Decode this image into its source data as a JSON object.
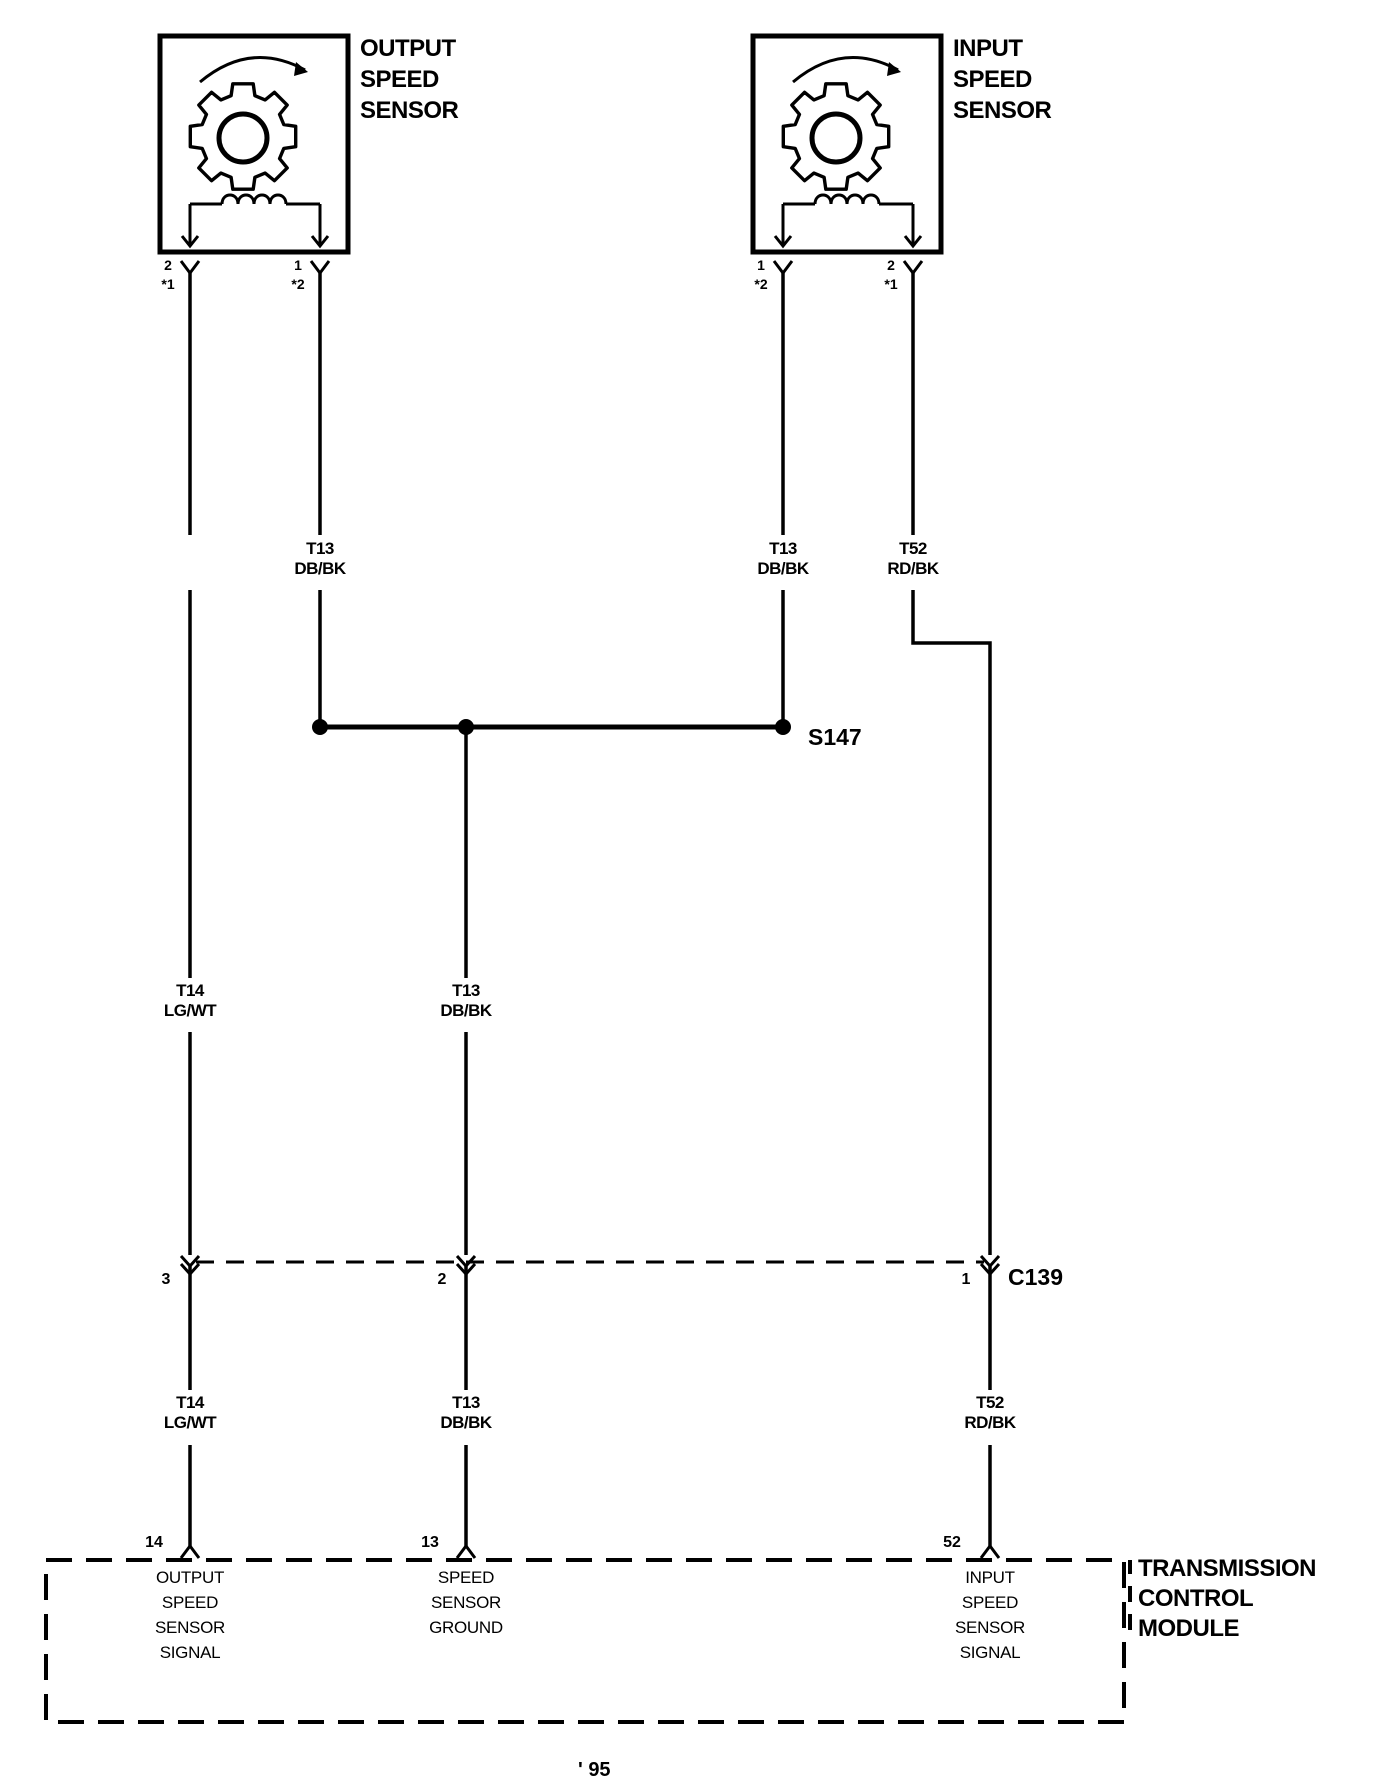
{
  "output_sensor": {
    "title": [
      "OUTPUT",
      "SPEED",
      "SENSOR"
    ],
    "pin_top": [
      "2",
      "1"
    ],
    "pin_bottom": [
      "*1",
      "*2"
    ]
  },
  "input_sensor": {
    "title": [
      "INPUT",
      "SPEED",
      "SENSOR"
    ],
    "pin_top": [
      "1",
      "2"
    ],
    "pin_bottom": [
      "*2",
      "*1"
    ]
  },
  "wires": {
    "out_pin1": [
      "T13",
      "DB/BK"
    ],
    "in_pin1": [
      "T13",
      "DB/BK"
    ],
    "in_pin2": [
      "T52",
      "RD/BK"
    ],
    "output_signal_upper": [
      "T14",
      "LG/WT"
    ],
    "ground_upper": [
      "T13",
      "DB/BK"
    ],
    "output_signal_lower": [
      "T14",
      "LG/WT"
    ],
    "ground_lower": [
      "T13",
      "DB/BK"
    ],
    "input_signal_lower": [
      "T52",
      "RD/BK"
    ]
  },
  "splice": {
    "name": "S147"
  },
  "connector": {
    "name": "C139",
    "pins": [
      "3",
      "2",
      "1"
    ]
  },
  "tcm": {
    "title": [
      "TRANSMISSION",
      "CONTROL",
      "MODULE"
    ],
    "pins": [
      "14",
      "13",
      "52"
    ],
    "labels": [
      [
        "OUTPUT",
        "SPEED",
        "SENSOR",
        "SIGNAL"
      ],
      [
        "SPEED",
        "SENSOR",
        "GROUND"
      ],
      [
        "INPUT",
        "SPEED",
        "SENSOR",
        "SIGNAL"
      ]
    ]
  },
  "footer": {
    "mark": "' 95"
  },
  "icons": {
    "sensor": "gear-icon",
    "rotation": "rotation-arrow-icon",
    "coil": "coil-icon"
  }
}
